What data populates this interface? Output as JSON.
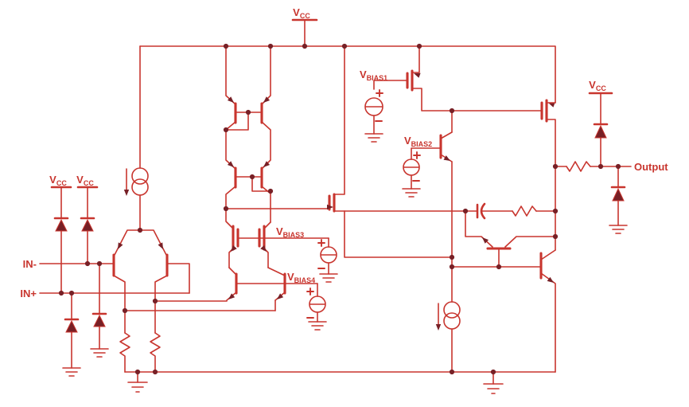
{
  "diagram": {
    "kind": "op-amp equivalent circuit schematic",
    "colors": {
      "wire": "#c8352e",
      "solid_fill": "#772026",
      "background": "#ffffff"
    },
    "labels": {
      "vcc": {
        "main": "V",
        "sub": "CC"
      },
      "vbias1": {
        "main": "V",
        "sub": "BIAS1"
      },
      "vbias2": {
        "main": "V",
        "sub": "BIAS2"
      },
      "vbias3": {
        "main": "V",
        "sub": "BIAS3"
      },
      "vbias4": {
        "main": "V",
        "sub": "BIAS4"
      },
      "in_minus": "IN-",
      "in_plus": "IN+",
      "output": "Output"
    },
    "ports": {
      "inputs": [
        "IN-",
        "IN+"
      ],
      "output": "Output",
      "supply": "VCC",
      "bias_rails": [
        "VBIAS1",
        "VBIAS2",
        "VBIAS3",
        "VBIAS4"
      ]
    },
    "component_counts": {
      "bjt_transistors": 11,
      "mosfet_transistors": 4,
      "diodes": 6,
      "resistors": 4,
      "capacitors": 1,
      "current_sources": 2,
      "voltage_sources": 4,
      "ground_symbols": 9,
      "vcc_taps": 4
    }
  }
}
